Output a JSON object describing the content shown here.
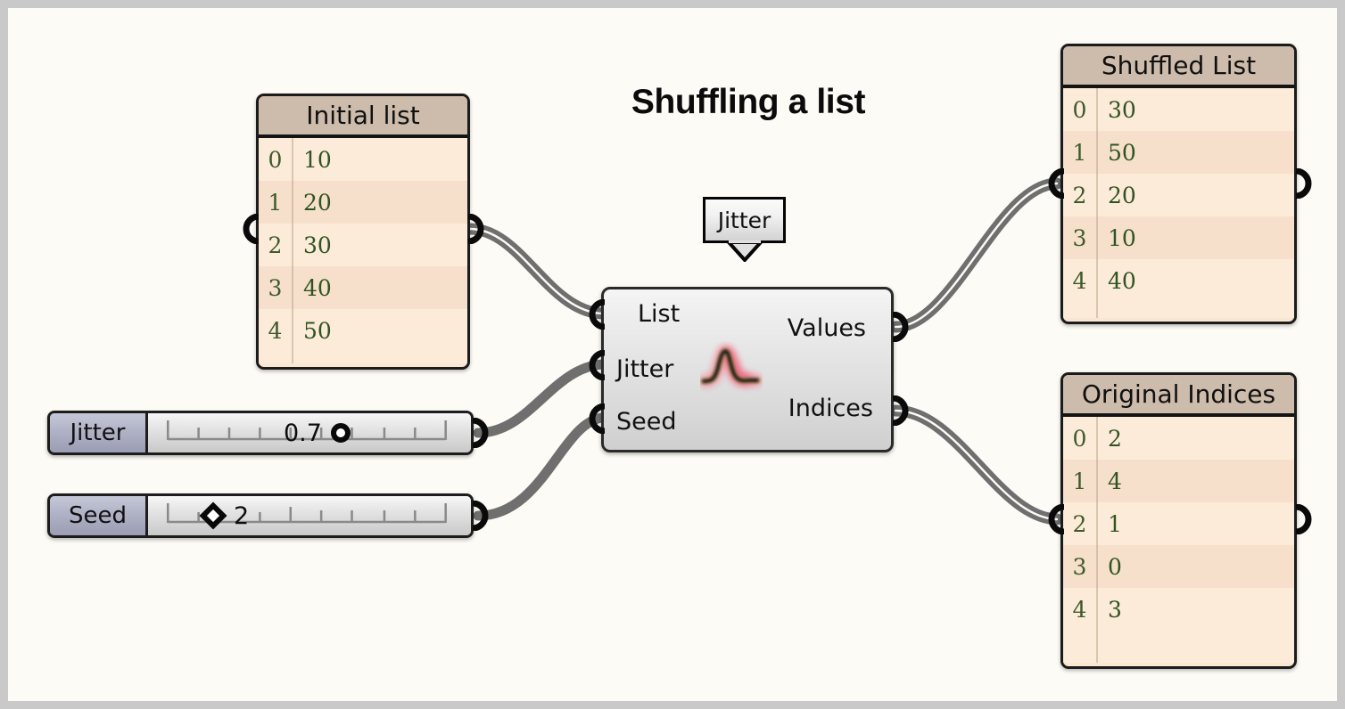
{
  "canvas": {
    "title": "Shuffling a list",
    "background_color": "#fdfbf5",
    "frame_color": "#c9c9c9",
    "wire_color": "#7d7d7d"
  },
  "panels": {
    "initial_list": {
      "title": "Initial list",
      "rows": [
        {
          "index": "0",
          "value": "10"
        },
        {
          "index": "1",
          "value": "20"
        },
        {
          "index": "2",
          "value": "30"
        },
        {
          "index": "3",
          "value": "40"
        },
        {
          "index": "4",
          "value": "50"
        }
      ]
    },
    "shuffled_list": {
      "title": "Shuffled List",
      "rows": [
        {
          "index": "0",
          "value": "30"
        },
        {
          "index": "1",
          "value": "50"
        },
        {
          "index": "2",
          "value": "20"
        },
        {
          "index": "3",
          "value": "10"
        },
        {
          "index": "4",
          "value": "40"
        }
      ]
    },
    "original_indices": {
      "title": "Original Indices",
      "rows": [
        {
          "index": "0",
          "value": "2"
        },
        {
          "index": "1",
          "value": "4"
        },
        {
          "index": "2",
          "value": "1"
        },
        {
          "index": "3",
          "value": "0"
        },
        {
          "index": "4",
          "value": "3"
        }
      ]
    }
  },
  "component": {
    "balloon_label": "Jitter",
    "icon_name": "jitter-curve-icon",
    "inputs": [
      {
        "label": "List"
      },
      {
        "label": "Jitter"
      },
      {
        "label": "Seed"
      }
    ],
    "outputs": [
      {
        "label": "Values"
      },
      {
        "label": "Indices"
      }
    ]
  },
  "sliders": [
    {
      "name": "jitter",
      "label": "Jitter",
      "value": "0.7",
      "handle": "circle",
      "handle_position_percent": 62,
      "tick_count": 10
    },
    {
      "name": "seed",
      "label": "Seed",
      "value": "2",
      "handle": "diamond",
      "handle_position_percent": 18,
      "tick_count": 10
    }
  ]
}
